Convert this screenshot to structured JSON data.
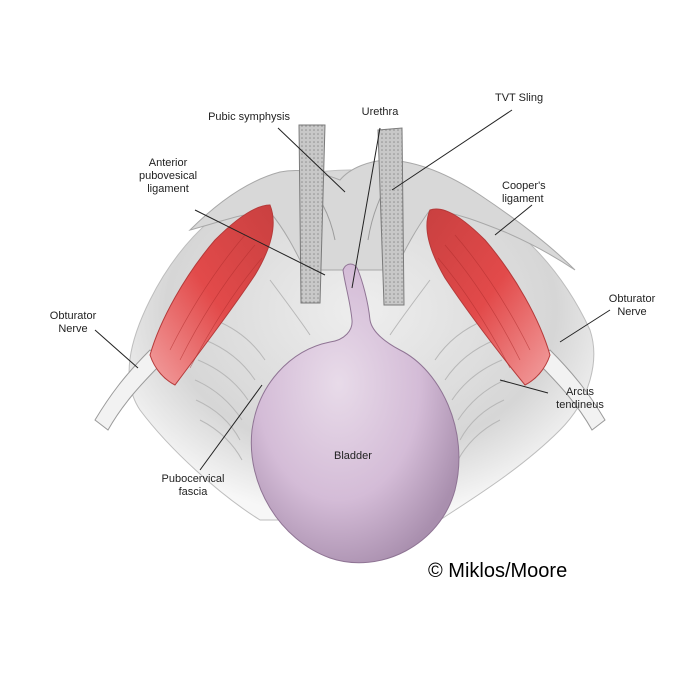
{
  "labels": {
    "pubic_symphysis": "Pubic symphysis",
    "urethra": "Urethra",
    "tvt_sling": "TVT Sling",
    "anterior_pubovesical_ligament": "Anterior\npubovesical\nligament",
    "coopers_ligament": "Cooper's\nligament",
    "obturator_nerve_left": "Obturator\nNerve",
    "obturator_nerve_right": "Obturator\nNerve",
    "arcus_tendineus": "Arcus\ntendineus",
    "pubocervical_fascia": "Pubocervical\nfascia",
    "bladder": "Bladder"
  },
  "credit": "© Miklos/Moore",
  "colors": {
    "bladder": "#dcc8de",
    "bladder_shadow": "#a78cac",
    "muscle": "#e8504f",
    "tissue": "#cfcfcf",
    "sling": "#bdbdbd",
    "leader": "#222222"
  }
}
